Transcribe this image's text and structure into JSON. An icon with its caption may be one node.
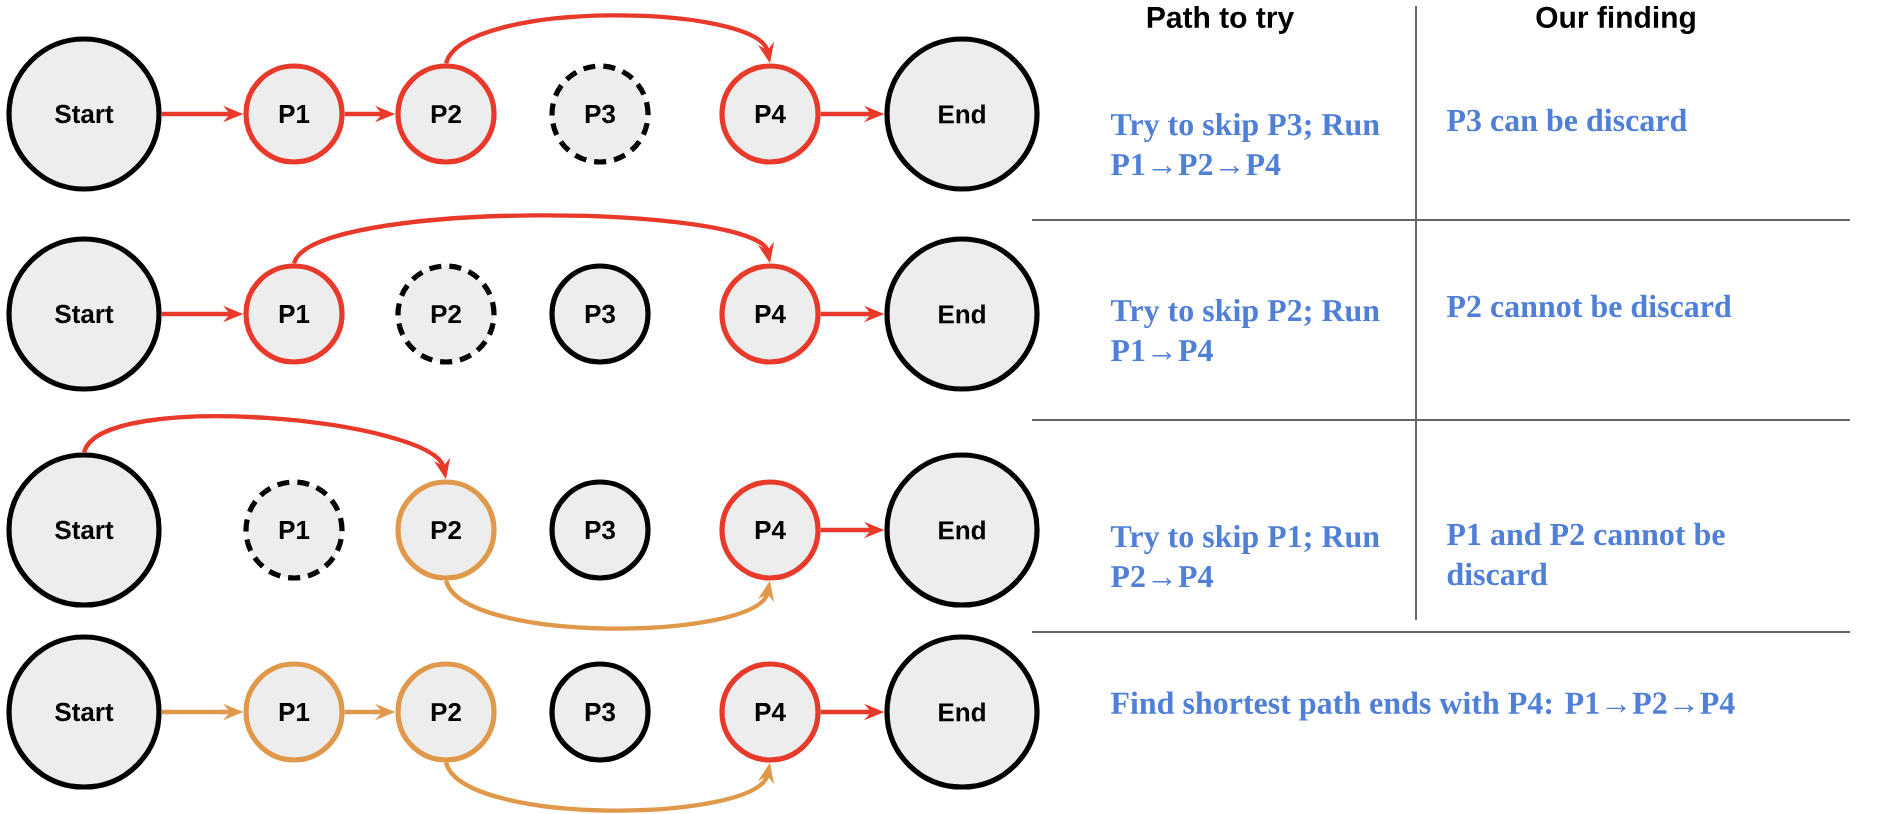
{
  "diagram": {
    "nodes": [
      {
        "text": [
          "Start"
        ]
      },
      {
        "text": [
          "P1"
        ]
      },
      {
        "text": [
          "P2"
        ]
      },
      {
        "text": [
          "P3"
        ]
      },
      {
        "text": [
          "P4"
        ]
      },
      {
        "text": [
          "End"
        ]
      },
      {
        "text": [
          "Start"
        ]
      },
      {
        "text": [
          "P1"
        ]
      },
      {
        "text": [
          "P2"
        ]
      },
      {
        "text": [
          "P3"
        ]
      },
      {
        "text": [
          "P4"
        ]
      },
      {
        "text": [
          "End"
        ]
      },
      {
        "text": [
          "Start"
        ]
      },
      {
        "text": [
          "P1"
        ]
      },
      {
        "text": [
          "P2"
        ]
      },
      {
        "text": [
          "P3"
        ]
      },
      {
        "text": [
          "P4"
        ]
      },
      {
        "text": [
          "End"
        ]
      },
      {
        "text": [
          "Start"
        ]
      },
      {
        "text": [
          "P1"
        ]
      },
      {
        "text": [
          "P2"
        ]
      },
      {
        "text": [
          "P3"
        ]
      },
      {
        "text": [
          "P4"
        ]
      },
      {
        "text": [
          "End"
        ]
      }
    ],
    "edges": [
      {
        "from": 0,
        "to": 1,
        "arrow": "to"
      },
      {
        "from": 1,
        "to": 2,
        "arrow": "to"
      },
      {
        "from": 2,
        "to": 4,
        "arrow": "to"
      },
      {
        "from": 4,
        "to": 5,
        "arrow": "to"
      },
      {
        "from": 6,
        "to": 7,
        "arrow": "to"
      },
      {
        "from": 7,
        "to": 10,
        "arrow": "to"
      },
      {
        "from": 10,
        "to": 11,
        "arrow": "to"
      },
      {
        "from": 12,
        "to": 14,
        "arrow": "to"
      },
      {
        "from": 14,
        "to": 16,
        "arrow": "to",
        "color": "#e0994a"
      },
      {
        "from": 16,
        "to": 17,
        "arrow": "to"
      },
      {
        "from": 18,
        "to": 19,
        "arrow": "to",
        "color": "#e0994a"
      },
      {
        "from": 19,
        "to": 20,
        "arrow": "to",
        "color": "#e0994a"
      },
      {
        "from": 20,
        "to": 22,
        "arrow": "to",
        "color": "#e0994a"
      },
      {
        "from": 22,
        "to": 23,
        "arrow": "to"
      }
    ],
    "labels": [
      "Path to try",
      "Our finding",
      "Try to skip P3; Run P1→P2→P4",
      "P3 can be discard",
      "Try to skip P2; Run P1→P4",
      "P2 cannot be discard",
      "Try to skip P1; Run P2→P4",
      "P1 and P2 cannot be discard",
      "Find shortest path ends with P4: P1→P2→P4"
    ]
  }
}
